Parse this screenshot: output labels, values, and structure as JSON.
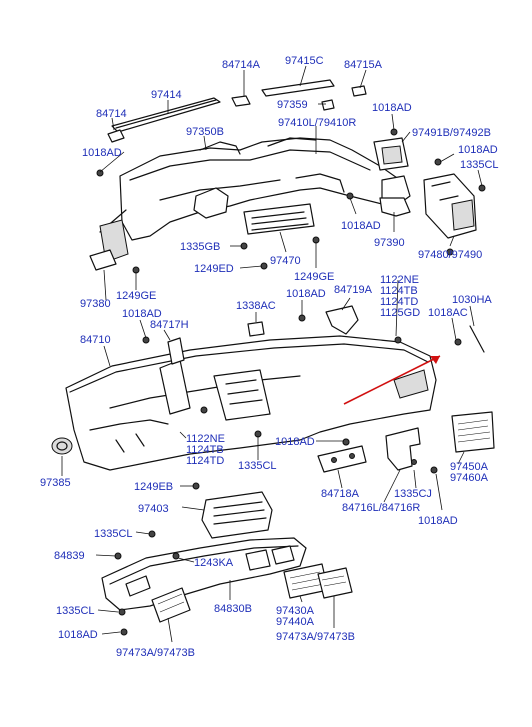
{
  "labels": {
    "l84714A": "84714A",
    "l97415C": "97415C",
    "l84715A": "84715A",
    "l97414": "97414",
    "l97359": "97359",
    "l1018AD_t1": "1018AD",
    "l84714": "84714",
    "l97410L": "97410L/79410R",
    "l97491B": "97491B/97492B",
    "l97350B": "97350B",
    "l1018AD_t2": "1018AD",
    "l1018AD_l1": "1018AD",
    "l1335CL_r1": "1335CL",
    "l1335GB": "1335GB",
    "l1018AD_c1": "1018AD",
    "l97390": "97390",
    "l1249ED": "1249ED",
    "l97470": "97470",
    "l97480": "97480/97490",
    "l1249GE_c": "1249GE",
    "l1122NE_r": "1122NE",
    "l1124TB_r": "1124TB",
    "l1124TD_r": "1124TD",
    "l1125GD_r": "1125GD",
    "l97380": "97380",
    "l1249GE_l": "1249GE",
    "l1018AD_c2": "1018AD",
    "l84719A": "84719A",
    "l1338AC": "1338AC",
    "l1030HA": "1030HA",
    "l1018AD_l2": "1018AD",
    "l1018AC": "1018AC",
    "l84717H": "84717H",
    "l84710": "84710",
    "l1122NE_b": "1122NE",
    "l1124TB_b": "1124TB",
    "l1124TD_b": "1124TD",
    "l1018AD_m": "1018AD",
    "l1335CL_m": "1335CL",
    "l97385": "97385",
    "l97450A": "97450A",
    "l97460A": "97460A",
    "l84718A": "84718A",
    "l1335CJ": "1335CJ",
    "l84716L": "84716L/84716R",
    "l1018AD_r3": "1018AD",
    "l1249EB": "1249EB",
    "l97403": "97403",
    "l1335CL_b1": "1335CL",
    "l84839": "84839",
    "l1243KA": "1243KA",
    "l84830B": "84830B",
    "l97430A": "97430A",
    "l97440A": "97440A",
    "l1335CL_b2": "1335CL",
    "l1018AD_b": "1018AD",
    "l97473A_r": "97473A/97473B",
    "l97473A_l": "97473A/97473B"
  }
}
